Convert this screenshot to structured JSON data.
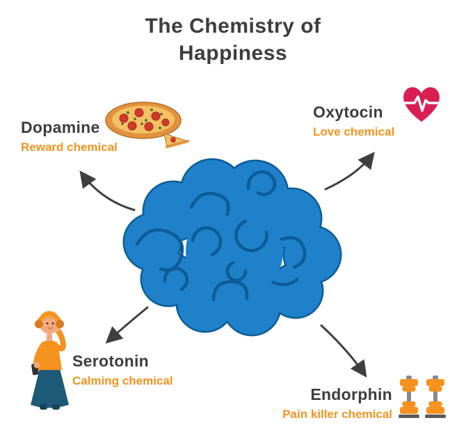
{
  "title": {
    "line1": "The Chemistry of",
    "line2": "Happiness"
  },
  "chemicals": [
    {
      "id": "dopamine",
      "name": "Dopamine",
      "desc": "Reward chemical",
      "icon": "pizza-icon"
    },
    {
      "id": "oxytocin",
      "name": "Oxytocin",
      "desc": "Love chemical",
      "icon": "heart-pulse-icon"
    },
    {
      "id": "serotonin",
      "name": "Serotonin",
      "desc": "Calming chemical",
      "icon": "person-listening-music-icon"
    },
    {
      "id": "endorphin",
      "name": "Endorphin",
      "desc": "Pain killer chemical",
      "icon": "dumbbells-icon"
    }
  ],
  "center_illustration": "brain",
  "colors": {
    "c_title": "#3d3d3d",
    "c_name": "#3d3d3d",
    "c_desc": "#f6921e",
    "c_brain": "#1f81c9",
    "c_brain_line": "#0d5c97",
    "c_arrow": "#3f3f3f",
    "c_heart": "#d91e53",
    "c_orange": "#f6921e"
  }
}
